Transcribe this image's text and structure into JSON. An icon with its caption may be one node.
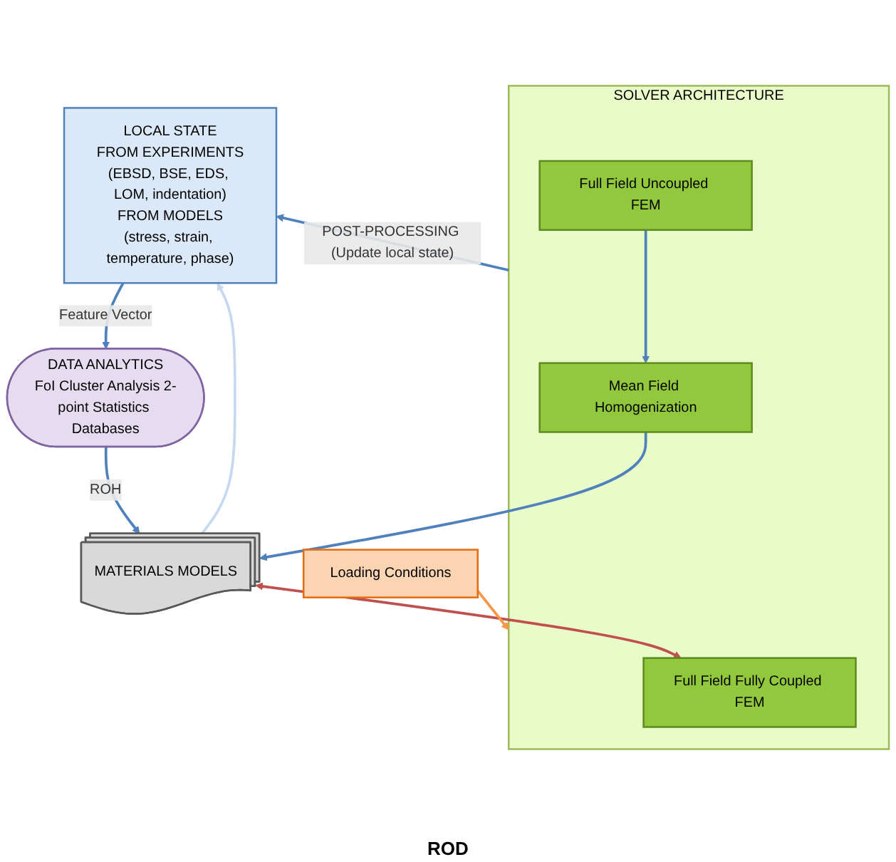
{
  "diagram": {
    "nodes": [
      {
        "text": [
          "LOCAL STATE",
          "FROM EXPERIMENTS",
          "(EBSD, BSE, EDS, LOM, indentation)",
          "FROM MODELS",
          "(stress, strain, temperature, phase)"
        ]
      },
      {
        "text": [
          "DATA ANALYTICS",
          "FoI Cluster Analysis 2-point Statistics Databases"
        ]
      },
      {
        "text": [
          "MATERIALS MODELS"
        ]
      },
      {
        "text": [
          "SOLVER ARCHITECTURE"
        ]
      },
      {
        "text": [
          "Full Field Fully Coupled FEM"
        ],
        "in": 3
      },
      {
        "text": [
          "Mean Field Homogenization"
        ],
        "in": 3
      },
      {
        "text": [
          "Full Field Uncoupled FEM"
        ],
        "in": 3
      },
      {
        "text": [
          "Loading Conditions"
        ]
      }
    ],
    "edges": [
      {
        "from": 0,
        "to": 1,
        "arrow": "to",
        "label": "Feature Vector"
      },
      {
        "from": 1,
        "to": 2,
        "arrow": "to",
        "label": "ROH"
      },
      {
        "from": 2,
        "to": 4,
        "arrow": "both",
        "color": "#c0504d"
      },
      {
        "from": 6,
        "to": 5,
        "arrow": "to"
      },
      {
        "from": 5,
        "to": 2,
        "arrow": "to"
      },
      {
        "from": 3,
        "to": 0,
        "arrow": "to",
        "label": "POST-PROCESSING (Update local state)"
      },
      {
        "from": 2,
        "to": 0,
        "arrow": "to",
        "color": "#c6d9f1"
      },
      {
        "from": 7,
        "to": 3,
        "arrow": "to",
        "color": "#f79646"
      }
    ],
    "labels": [
      "ROD"
    ]
  }
}
